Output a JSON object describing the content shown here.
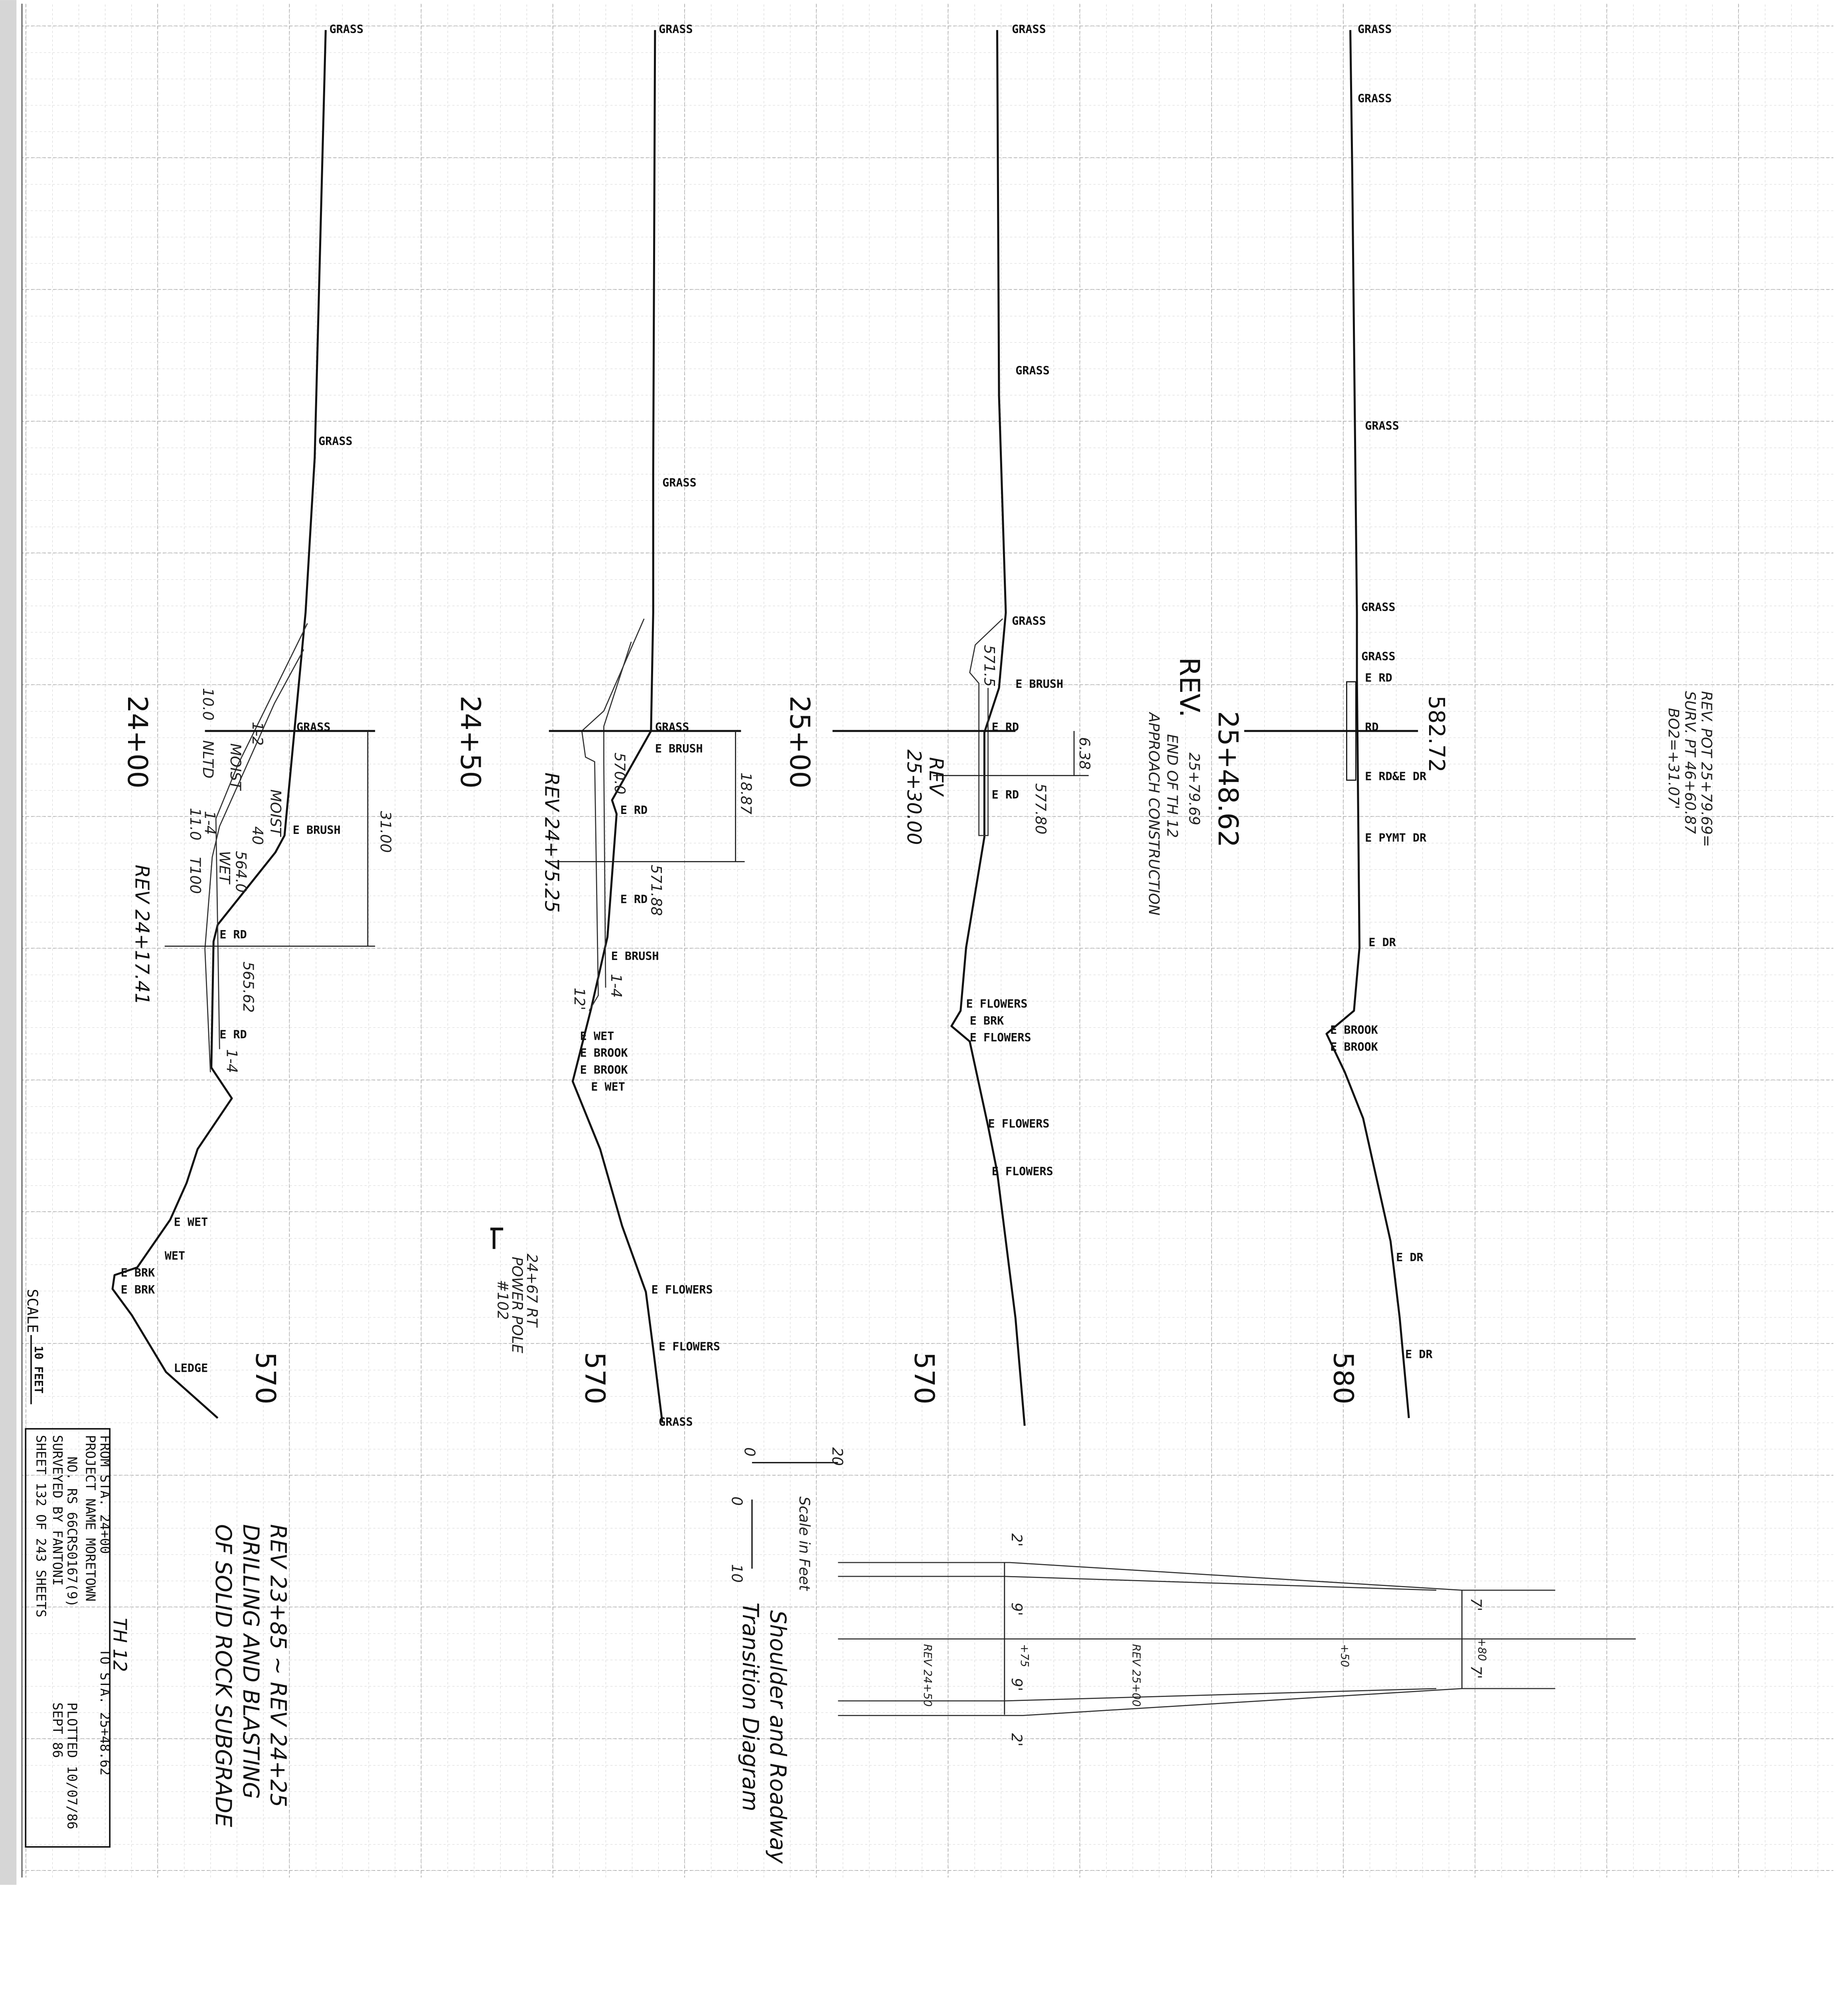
{
  "sections": [
    {
      "station": "24+00",
      "elevation": "570",
      "labels": [
        "GRASS",
        "GRASS",
        "GRASS",
        "E BRUSH",
        "E RD",
        "E RD",
        "E WET",
        "WET",
        "E BRK",
        "E BRK",
        "LEDGE"
      ],
      "notes": [
        "REV 24+17.41",
        "31.00",
        "10.0",
        "NLTD",
        "11.0",
        "T100",
        "MOIST",
        "1-2",
        "MOIST",
        "40",
        "564.0",
        "WET",
        "1-4",
        "565.62",
        "1-4"
      ]
    },
    {
      "station": "24+50",
      "elevation": "570",
      "labels": [
        "GRASS",
        "GRASS",
        "GRASS",
        "E BRUSH",
        "E RD",
        "E RD",
        "E BRUSH",
        "E WET",
        "E BROOK",
        "E BROOK",
        "E WET",
        "E FLOWERS",
        "E FLOWERS",
        "GRASS"
      ],
      "notes": [
        "REV 24+75.25",
        "18.87",
        "570.0",
        "571.88",
        "1-4",
        "12'",
        "24+67 RT",
        "POWER POLE",
        "#102"
      ]
    },
    {
      "station": "25+00",
      "elevation": "570",
      "labels": [
        "GRASS",
        "GRASS",
        "GRASS",
        "E BRUSH",
        "E RD",
        "E RD",
        "E FLOWERS",
        "E BRK",
        "E FLOWERS",
        "E FLOWERS",
        "E FLOWERS"
      ],
      "notes": [
        "571.5",
        "6.38",
        "577.80",
        "REV",
        "25+30.00"
      ]
    },
    {
      "station": "25+48.62",
      "elevation": "580",
      "labels": [
        "GRASS",
        "GRASS",
        "GRASS",
        "GRASS",
        "GRASS",
        "E RD",
        "RD",
        "E RD&E DR",
        "E PYMT DR",
        "E DR",
        "E BROOK",
        "E BROOK",
        "E DR",
        "E DR"
      ],
      "notes": [
        "REV.",
        "25+79.69",
        "END OF TH 12",
        "APPROACH CONSTRUCTION",
        "582.72",
        "REV. POT 25+79.69=",
        "SURV. PT 46+60.87",
        "BO2=+31.07'"
      ]
    }
  ],
  "scale": {
    "label": "SCALE",
    "bar": "10 FEET"
  },
  "title_block": {
    "from": "FROM STA.   24+00",
    "to": "TO STA.   25+48.62",
    "project": "PROJECT NAME      MORETOWN",
    "number": "NO. RS 66CRS0167(9)",
    "surveyed": "SURVEYED BY   FANTONI",
    "date": "SEPT 86",
    "plotted": "PLOTTED 10/07/86",
    "sheet": "SHEET 132 OF 243 SHEETS"
  },
  "handwritten": {
    "line1": "REV 23+85 ~ REV 24+25",
    "line2": "DRILLING AND BLASTING",
    "line3": "OF SOLID ROCK SUBGRADE",
    "route": "TH 12"
  },
  "transition_diagram": {
    "title1": "Shoulder and Roadway",
    "title2": "Transition Diagram",
    "scale_label": "Scale in Feet",
    "scale_ticks_a": [
      "0",
      "20"
    ],
    "scale_ticks_b": [
      "0",
      "10"
    ],
    "dims": [
      "2'",
      "9'",
      "9'",
      "2'",
      "7'",
      "7'"
    ],
    "stations": [
      "REV 24+50",
      "REV 25+00",
      "+50",
      "+75",
      "+80"
    ]
  }
}
